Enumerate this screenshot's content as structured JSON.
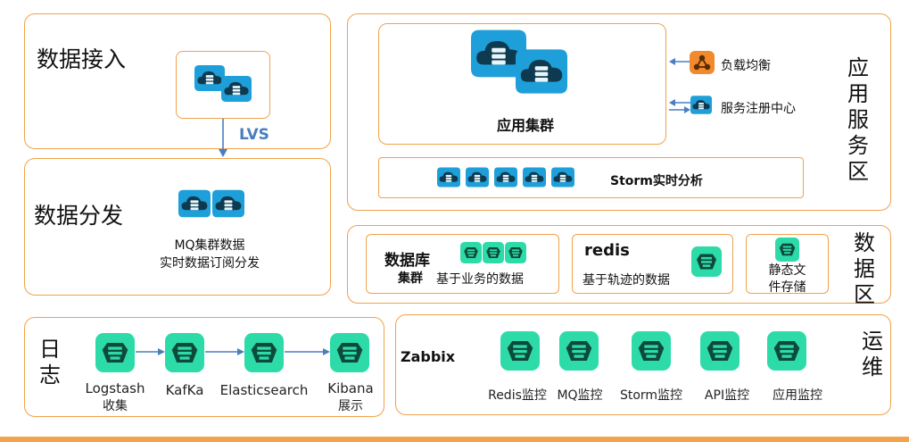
{
  "access": {
    "title": "数据接入",
    "lvs_label": "LVS"
  },
  "distribution": {
    "title": "数据分发",
    "mq_line1": "MQ集群数据",
    "mq_line2": "实时数据订阅分发"
  },
  "app_service": {
    "title": "应用服务区",
    "cluster_label": "应用集群",
    "load_balance_label": "负载均衡",
    "registry_label": "服务注册中心",
    "storm_label": "Storm实时分析"
  },
  "data_zone": {
    "title": "数据区",
    "db_title": "数据库",
    "db_subtitle": "集群",
    "db_desc": "基于业务的数据",
    "redis_title": "redis",
    "redis_desc": "基于轨迹的数据",
    "static_line1": "静态文",
    "static_line2": "件存储"
  },
  "log": {
    "title": "日志",
    "items": [
      {
        "line1": "Logstash",
        "line2": "收集"
      },
      {
        "line1": "KafKa",
        "line2": ""
      },
      {
        "line1": "Elasticsearch",
        "line2": ""
      },
      {
        "line1": "Kibana",
        "line2": "展示"
      }
    ]
  },
  "ops": {
    "title": "运维",
    "zabbix_label": "Zabbix",
    "items": [
      "Redis监控",
      "MQ监控",
      "Storm监控",
      "API监控",
      "应用监控"
    ]
  },
  "colors": {
    "border": "#f0a24a",
    "cloud_blue": "#1e9fd9",
    "server_green": "#2ddba8",
    "arrow_blue": "#4a7ec0",
    "lb_orange": "#f08a2c"
  },
  "icons": {
    "cloud": "cloud-server-icon",
    "green": "green-server-icon",
    "lb": "load-balancer-icon"
  }
}
